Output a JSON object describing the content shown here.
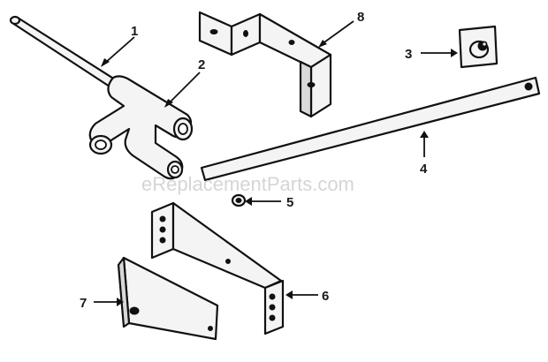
{
  "callouts": [
    {
      "id": "1",
      "part": "rod"
    },
    {
      "id": "2",
      "part": "tee-fitting"
    },
    {
      "id": "3",
      "part": "stud-plate"
    },
    {
      "id": "4",
      "part": "flat-bar"
    },
    {
      "id": "5",
      "part": "nut"
    },
    {
      "id": "6",
      "part": "lower-bracket"
    },
    {
      "id": "7",
      "part": "triangular-plate"
    },
    {
      "id": "8",
      "part": "upper-bracket"
    }
  ],
  "watermark": "eReplacementParts.com"
}
